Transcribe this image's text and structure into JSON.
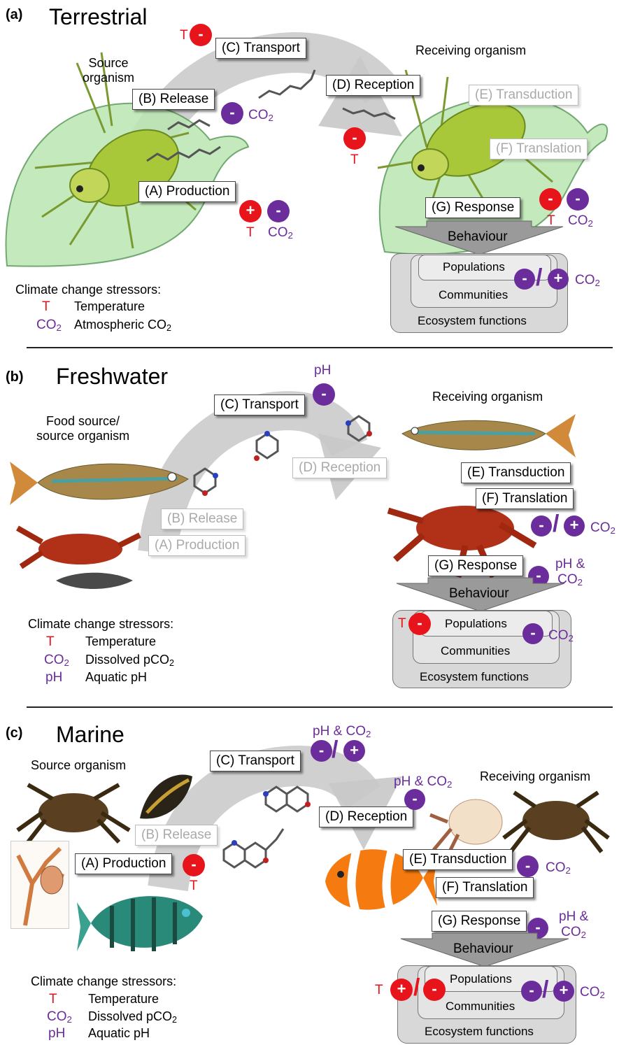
{
  "colors": {
    "temp_red": "#e8141b",
    "co2_purple": "#6a2d9b",
    "arrow_grey": "#bdbdbd"
  },
  "panels": {
    "a": {
      "letter": "(a)",
      "title": "Terrestrial",
      "source_label_1": "Source",
      "source_label_2": "organism",
      "receiving_label": "Receiving organism",
      "steps": {
        "production": "(A) Production",
        "release": "(B) Release",
        "transport": "(C) Transport",
        "reception": "(D) Reception",
        "transduction": "(E) Transduction",
        "translation": "(F) Translation",
        "response": "(G) Response"
      },
      "behaviour": "Behaviour",
      "eco": {
        "populations": "Populations",
        "communities": "Communities",
        "ecosystem": "Ecosystem functions"
      },
      "legend": {
        "heading": "Climate change stressors:",
        "t_sym": "T",
        "t_name": "Temperature",
        "co2_sym": "CO",
        "co2_sub": "2",
        "co2_name": "Atmospheric CO",
        "co2_name_sub": "2"
      },
      "marks": {
        "plus": "+",
        "minus": "-",
        "slash": "/",
        "t": "T",
        "co": "CO",
        "sub2": "2"
      }
    },
    "b": {
      "letter": "(b)",
      "title": "Freshwater",
      "source_label_1": "Food source/",
      "source_label_2": "source organism",
      "receiving_label": "Receiving organism",
      "steps": {
        "production": "(A) Production",
        "release": "(B) Release",
        "transport": "(C) Transport",
        "reception": "(D) Reception",
        "transduction": "(E) Transduction",
        "translation": "(F) Translation",
        "response": "(G) Response"
      },
      "behaviour": "Behaviour",
      "eco": {
        "populations": "Populations",
        "communities": "Communities",
        "ecosystem": "Ecosystem functions"
      },
      "legend": {
        "heading": "Climate change stressors:",
        "t_sym": "T",
        "t_name": "Temperature",
        "co2_sym": "CO",
        "co2_sub": "2",
        "co2_name": "Dissolved pCO",
        "co2_name_sub": "2",
        "ph_sym": "pH",
        "ph_name": "Aquatic pH"
      },
      "marks": {
        "ph": "pH",
        "ph_and": "pH &",
        "co": "CO",
        "sub2": "2"
      }
    },
    "c": {
      "letter": "(c)",
      "title": "Marine",
      "source_label": "Source organism",
      "receiving_label": "Receiving organism",
      "steps": {
        "production": "(A) Production",
        "release": "(B) Release",
        "transport": "(C) Transport",
        "reception": "(D) Reception",
        "transduction": "(E) Transduction",
        "translation": "(F) Translation",
        "response": "(G) Response"
      },
      "behaviour": "Behaviour",
      "eco": {
        "populations": "Populations",
        "communities": "Communities",
        "ecosystem": "Ecosystem functions"
      },
      "legend": {
        "heading": "Climate change stressors:",
        "t_sym": "T",
        "t_name": "Temperature",
        "co2_sym": "CO",
        "co2_sub": "2",
        "co2_name": "Dissolved pCO",
        "co2_name_sub": "2",
        "ph_sym": "pH",
        "ph_name": "Aquatic pH"
      },
      "marks": {
        "ph_co2": "pH & CO",
        "ph_and": "pH &",
        "co": "CO",
        "sub2": "2"
      }
    }
  }
}
